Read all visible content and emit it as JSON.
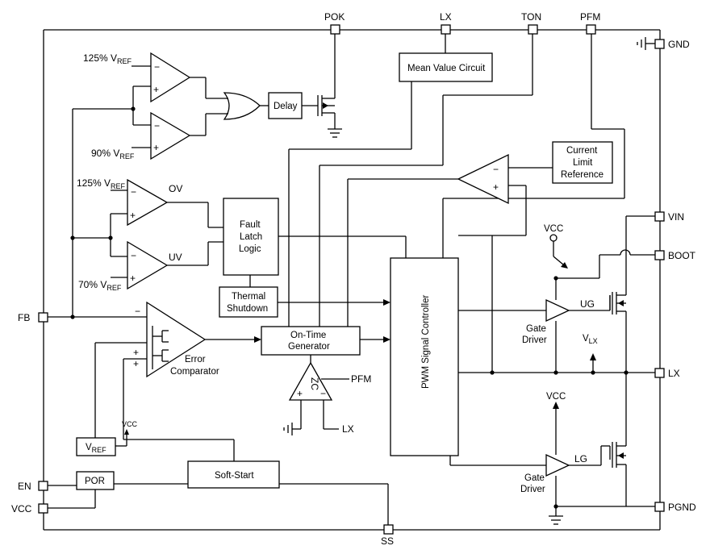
{
  "pins": {
    "pok": "POK",
    "lx_top": "LX",
    "ton": "TON",
    "pfm": "PFM",
    "gnd": "GND",
    "vin": "VIN",
    "boot": "BOOT",
    "lx_right": "LX",
    "pgnd": "PGND",
    "fb": "FB",
    "en": "EN",
    "vcc": "VCC",
    "ss": "SS"
  },
  "blocks": {
    "mean_value_circuit": "Mean Value Circuit",
    "delay": "Delay",
    "current_limit_1": "Current",
    "current_limit_2": "Limit",
    "current_limit_3": "Reference",
    "fault_1": "Fault",
    "fault_2": "Latch",
    "fault_3": "Logic",
    "thermal_1": "Thermal",
    "thermal_2": "Shutdown",
    "ontime_1": "On-Time",
    "ontime_2": "Generator",
    "pwm": "PWM Signal Controller",
    "soft_start": "Soft-Start",
    "por": "POR",
    "vref": "V",
    "vref_sub": "REF"
  },
  "labels": {
    "ref125_top": "125% V",
    "ref90": "90% V",
    "ref125_ov": "125% V",
    "ref70": "70% V",
    "ref_sub": "REF",
    "ov": "OV",
    "uv": "UV",
    "error_1": "Error",
    "error_2": "Comparator",
    "zc": "ZC",
    "zc_pfm": "PFM",
    "zc_lx": "LX",
    "vcc_ug": "VCC",
    "vcc_lg": "VCC",
    "vcc_small": "VCC",
    "ug": "UG",
    "lg": "LG",
    "gate_driver_ug_1": "Gate",
    "gate_driver_ug_2": "Driver",
    "gate_driver_lg_1": "Gate",
    "gate_driver_lg_2": "Driver",
    "vlx": "V",
    "vlx_sub": "LX",
    "plus": "+",
    "minus": "−"
  }
}
